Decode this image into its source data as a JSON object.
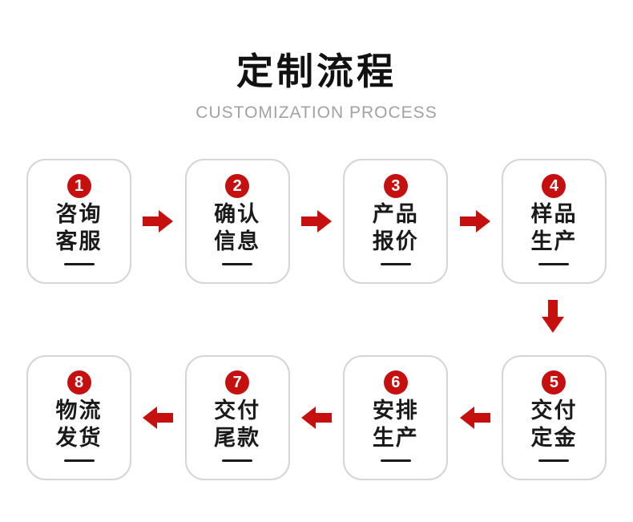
{
  "header": {
    "title": "定制流程",
    "subtitle": "CUSTOMIZATION PROCESS"
  },
  "colors": {
    "accent_red": "#c5100f",
    "card_border": "#d5d5d5",
    "text_black": "#1a1a1a",
    "subtitle_gray": "#a2a2a2"
  },
  "steps": [
    {
      "number": "1",
      "line1": "咨询",
      "line2": "客服"
    },
    {
      "number": "2",
      "line1": "确认",
      "line2": "信息"
    },
    {
      "number": "3",
      "line1": "产品",
      "line2": "报价"
    },
    {
      "number": "4",
      "line1": "样品",
      "line2": "生产"
    },
    {
      "number": "5",
      "line1": "交付",
      "line2": "定金"
    },
    {
      "number": "6",
      "line1": "安排",
      "line2": "生产"
    },
    {
      "number": "7",
      "line1": "交付",
      "line2": "尾款"
    },
    {
      "number": "8",
      "line1": "物流",
      "line2": "发货"
    }
  ]
}
